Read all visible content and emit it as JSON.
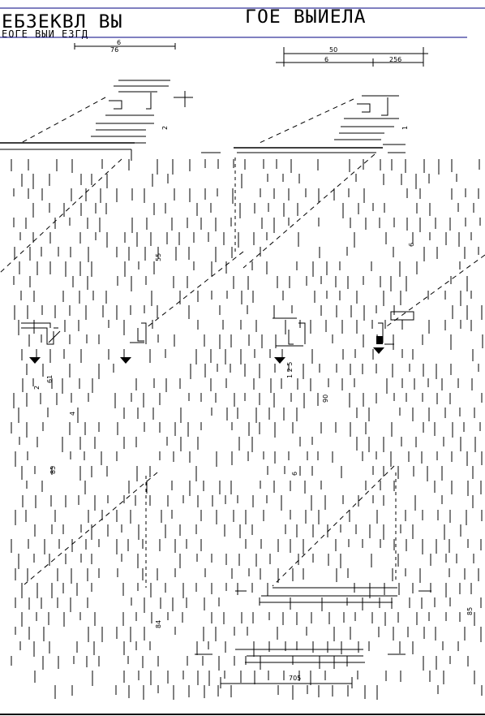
{
  "header": {
    "left_title": "ЕБЗЕКВЛ ВЫ",
    "left_subtitle": "ЕОГЕ ВЫИ ЕЗГД",
    "right_title": "ГОЕ ВЫИЕЛА",
    "right_subtitle": ""
  },
  "dimensions": {
    "top_left_a": "6",
    "top_left_b": "76",
    "top_right_a": "50",
    "top_right_b": "6",
    "top_right_c": "256",
    "left_vertical_a": "2",
    "left_vertical_b": "55",
    "mid_left_a": "2",
    "mid_left_b": "61",
    "mid_left_c": "4",
    "mid_left_d": "85",
    "left_bottom": "84",
    "right_vertical_a": "1",
    "right_vertical_b": "6",
    "mid_right_a": "1 2 5",
    "mid_right_b": "90",
    "mid_right_c": "6",
    "right_bottom_dim": "85",
    "bottom_center": "705"
  },
  "colors": {
    "ink": "#000000",
    "title_bar": "#000080",
    "paper": "#ffffff"
  }
}
